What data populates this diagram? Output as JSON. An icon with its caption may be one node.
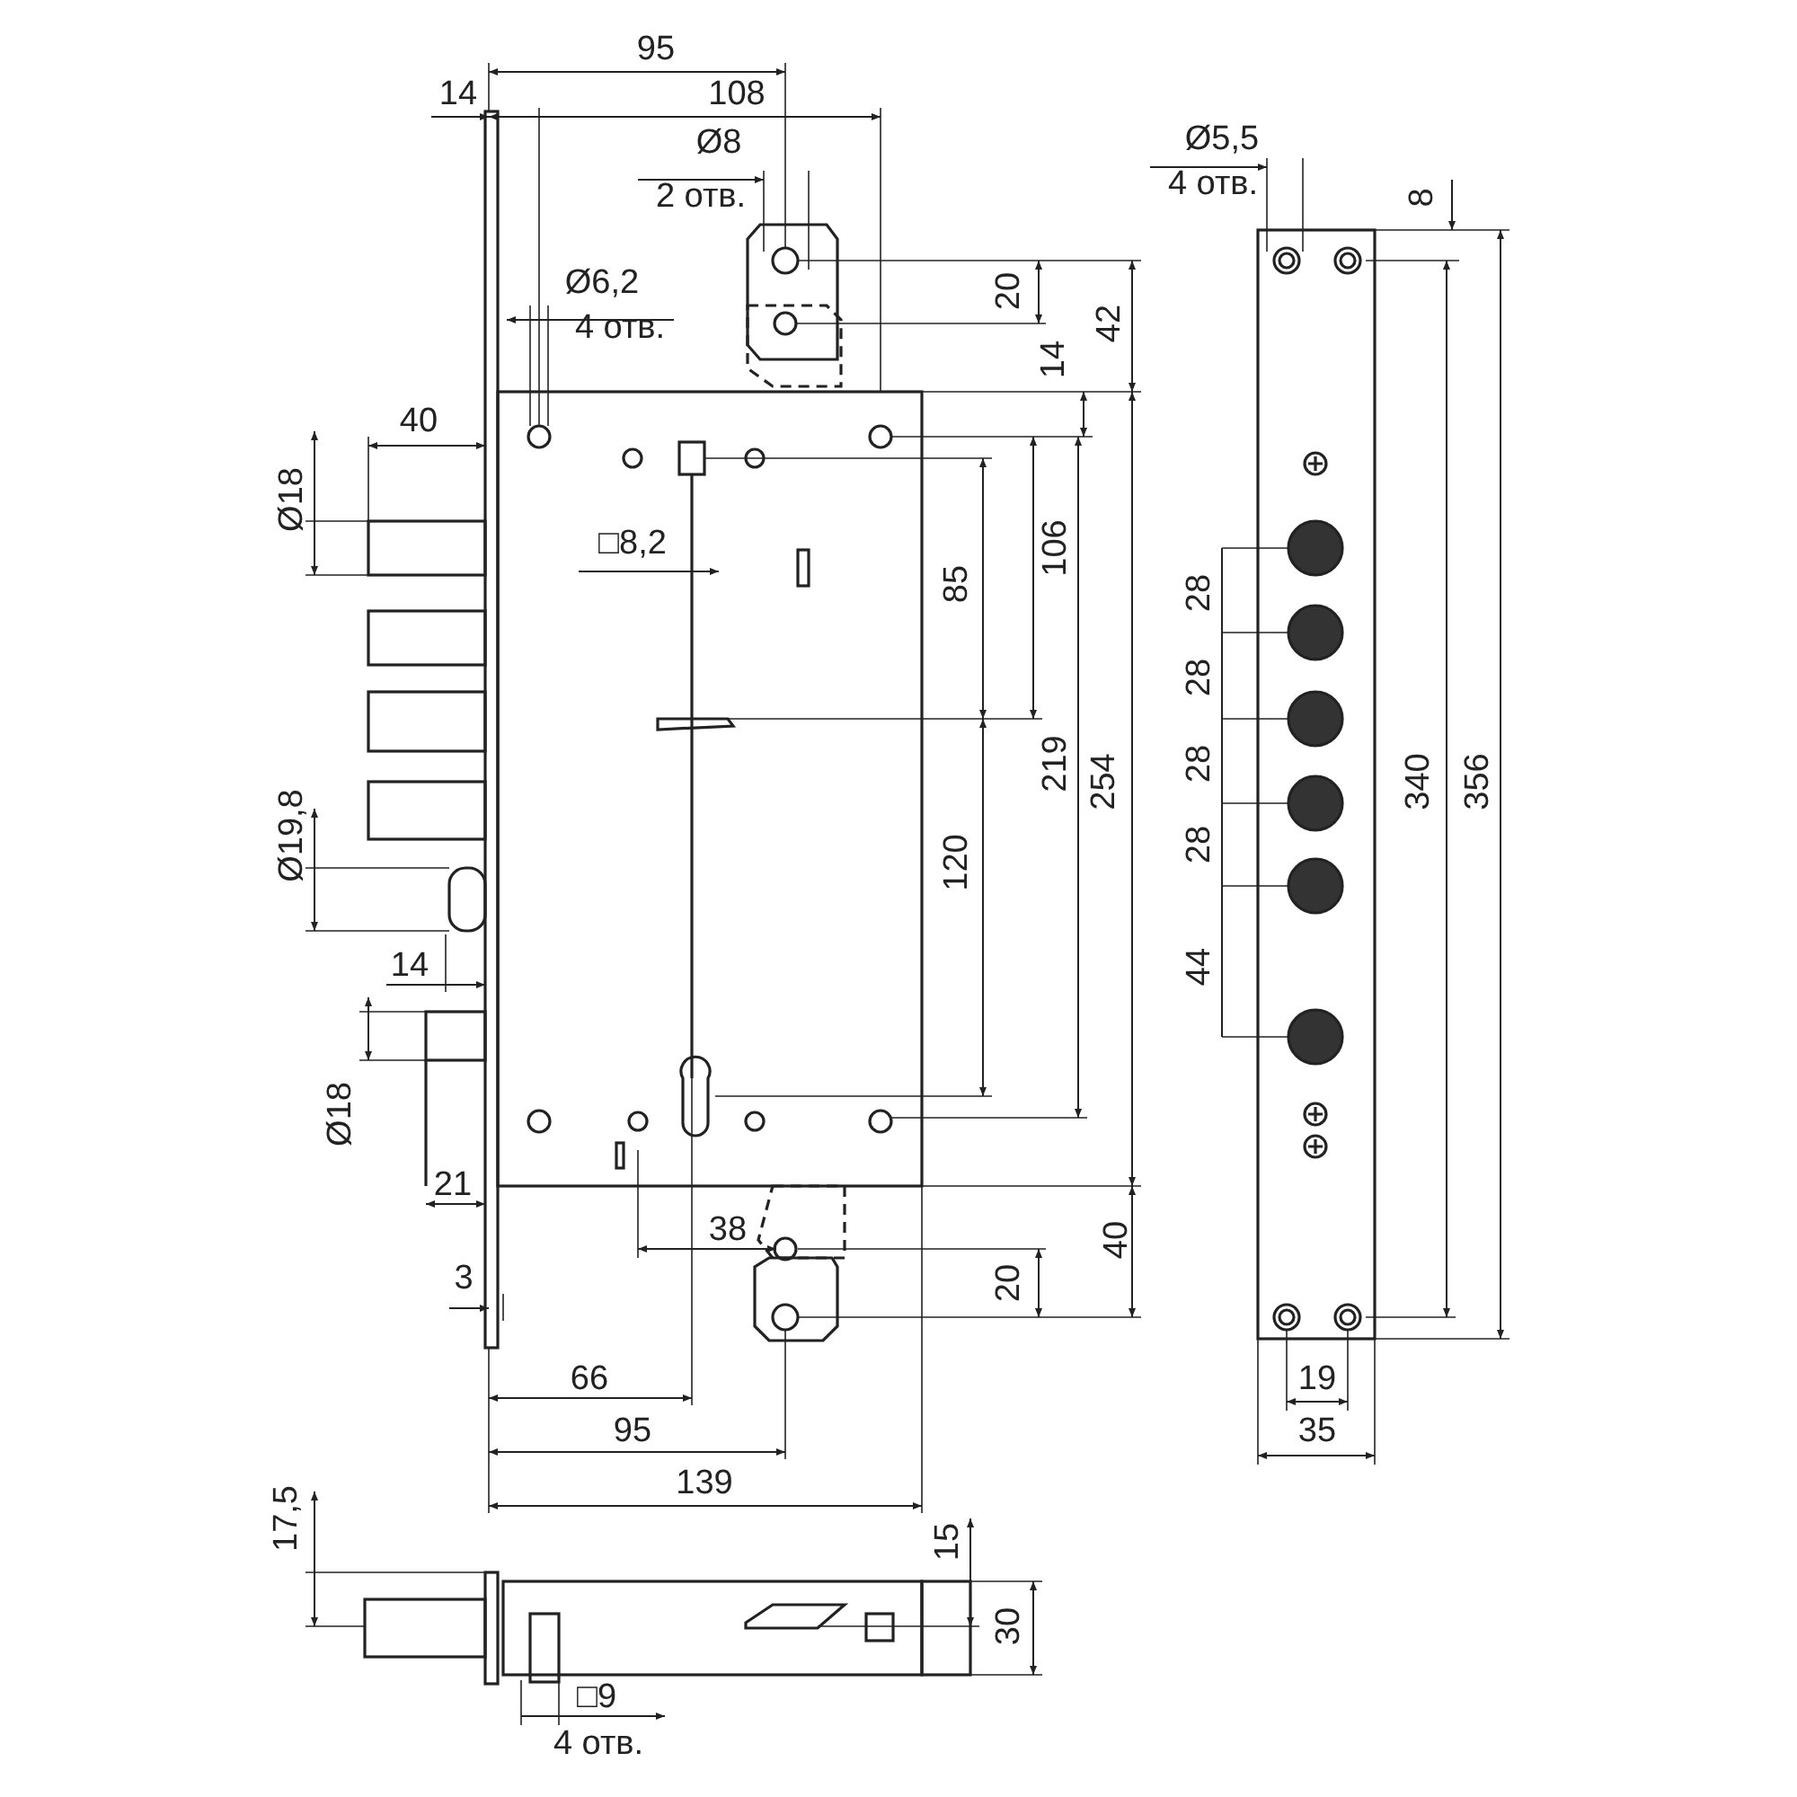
{
  "diagram": {
    "labels": [
      "95",
      "14",
      "108",
      "Ø8",
      "2 отв.",
      "Ø5,5",
      "4 отв.",
      "8",
      "20",
      "42",
      "14",
      "Ø6,2",
      "4 отв.",
      "40",
      "Ø18",
      "□8,2",
      "106",
      "85",
      "28",
      "28",
      "28",
      "219",
      "254",
      "340",
      "356",
      "Ø19,8",
      "28",
      "120",
      "44",
      "14",
      "Ø18",
      "21",
      "38",
      "40",
      "20",
      "3",
      "66",
      "19",
      "95",
      "35",
      "139",
      "17,5",
      "15",
      "30",
      "□9",
      "4 отв."
    ]
  }
}
